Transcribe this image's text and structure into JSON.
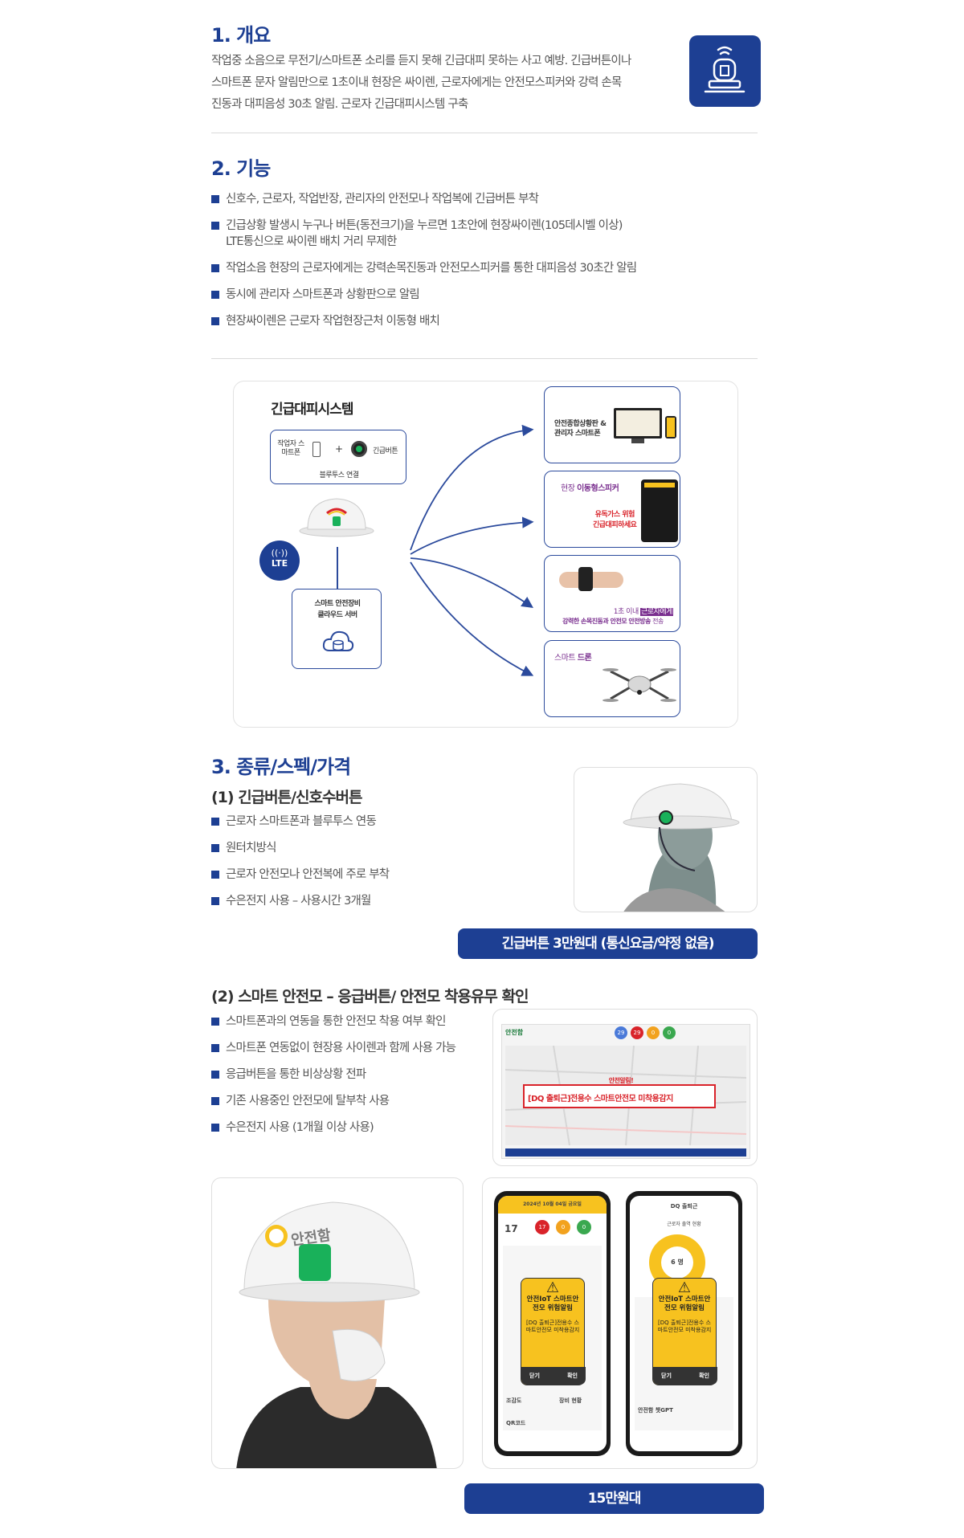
{
  "overview": {
    "title": "1. 개요",
    "lines": [
      "작업중 소음으로 무전기/스마트폰 소리를 듣지 못해 긴급대피 못하는 사고 예방. 긴급버튼이나",
      "스마트폰 문자 알림만으로 1초이내 현장은 싸이렌, 근로자에게는 안전모스피커와 강력 손목",
      "진동과 대피음성 30초 알림. 근로자 긴급대피시스템 구축"
    ],
    "icon": "siren-icon"
  },
  "features": {
    "title": "2. 기능",
    "items": [
      {
        "text": "신호수, 근로자, 작업반장, 관리자의 안전모나 작업복에 긴급버튼 부착",
        "sub": ""
      },
      {
        "text": "긴급상황 발생시 누구나 버튼(동전크기)을 누르면 1초안에 현장싸이렌(105데시벨 이상)",
        "sub": "LTE통신으로 싸이렌 배치 거리 무제한"
      },
      {
        "text": "작업소음 현장의 근로자에게는 강력손목진동과 안전모스피커를 통한 대피음성 30초간 알림",
        "sub": ""
      },
      {
        "text": "동시에 관리자 스마트폰과 상황판으로 알림",
        "sub": ""
      },
      {
        "text": "현장싸이렌은 근로자 작업현장근처 이동형 배치",
        "sub": ""
      }
    ]
  },
  "diagram": {
    "title": "긴급대피시스템",
    "phone_label": "작업자 스마트폰",
    "plus": "+",
    "button_label": "긴급버튼",
    "bluetooth": "블루투스 연결",
    "lte": "LTE",
    "server_label_1": "스마트 안전장비",
    "server_label_2": "클라우드 서버",
    "out1": "안전종합상황판 &",
    "out1b": "관리자 스마트폰",
    "out2a": "현장 ",
    "out2b": "이동형스피커",
    "out2_warn1": "유독가스 위험",
    "out2_warn2": "긴급대피하세요",
    "out3_line1a": "1초 이내 ",
    "out3_line1b": "근로자에게",
    "out3_line2a": "강력한 손목진동과 안전모 안전방송 ",
    "out3_line2b": "전송",
    "out4a": "스마트 ",
    "out4b": "드론"
  },
  "specs": {
    "title": "3. 종류/스펙/가격",
    "product1": {
      "title": "(1) 긴급버튼/신호수버튼",
      "items": [
        "근로자 스마트폰과 블루투스 연동",
        "원터치방식",
        "근로자 안전모나 안전복에 주로 부착",
        "수은전지 사용 – 사용시간 3개월"
      ],
      "price": "긴급버튼 3만원대 (통신요금/약정 없음)"
    },
    "product2": {
      "title": "(2) 스마트  안전모 – 응급버튼/ 안전모 착용유무 확인",
      "items": [
        "스마트폰과의 연동을 통한 안전모 착용 여부 확인",
        "스마트폰 연동없이 현장용 사이렌과 함께 사용 가능",
        "응급버튼을 통한 비상상황 전파",
        "기존 사용중인 안전모에 탈부착 사용",
        "수은전지 사용 (1개월 이상 사용)"
      ],
      "price": "15만원대",
      "dash_alert_title": "안전알림!",
      "dash_alert_text": "[DQ 출퇴근]전용수 스마트안전모 미착용감지",
      "dash_logo": "안전함",
      "dash_counts": [
        "29",
        "29",
        "0",
        "0"
      ],
      "helmet_brand": "안전함",
      "phone1": {
        "date": "2024년 10월 04일 금요일",
        "count": "17",
        "badges": [
          "17",
          "0",
          "0"
        ],
        "popup_title": "안전IoT 스마트안전모 위험알림",
        "popup_body": "[DQ 출퇴근]전용수 스마트안전모 미착용감지",
        "close": "닫기",
        "confirm": "확인",
        "footer1": "조감도",
        "footer2": "QR코드",
        "footer3": "장비 현황"
      },
      "phone2": {
        "header": "DQ 출퇴근",
        "sub": "근로자 출역 현황",
        "count": "6 명",
        "popup_title": "안전IoT 스마트안전모 위험알림",
        "popup_body": "[DQ 출퇴근]전용수 스마트안전모 미착용감지",
        "close": "닫기",
        "confirm": "확인",
        "footer": "안전함 챗GPT"
      }
    }
  },
  "colors": {
    "brand_blue": "#1d3f93",
    "alert_red": "#d9232a",
    "app_yellow": "#f7c21f",
    "helmet_green": "#19b15a"
  }
}
